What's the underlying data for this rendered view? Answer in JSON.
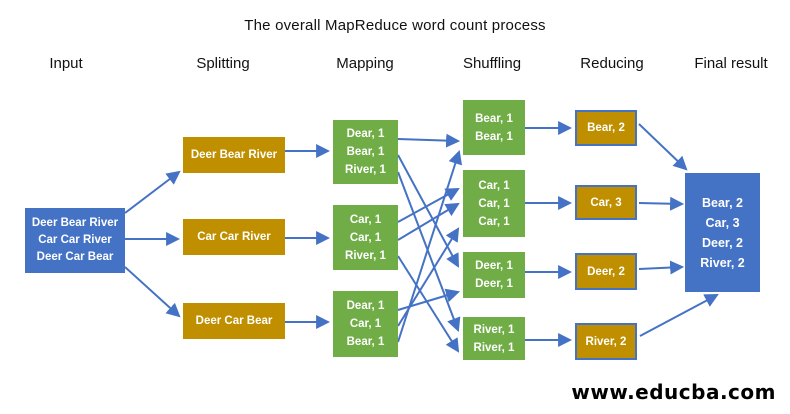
{
  "title": "The overall MapReduce word count process",
  "watermark": "www.educba.com",
  "columns": [
    {
      "label": "Input"
    },
    {
      "label": "Splitting"
    },
    {
      "label": "Mapping"
    },
    {
      "label": "Shuffling"
    },
    {
      "label": "Reducing"
    },
    {
      "label": "Final result"
    }
  ],
  "nodes": {
    "input": {
      "lines": [
        "Deer Bear River",
        "Car Car River",
        "Deer Car Bear"
      ]
    },
    "splits": [
      {
        "label": "Deer Bear River"
      },
      {
        "label": "Car Car River"
      },
      {
        "label": "Deer Car Bear"
      }
    ],
    "maps": [
      {
        "lines": [
          "Dear, 1",
          "Bear, 1",
          "River, 1"
        ]
      },
      {
        "lines": [
          "Car, 1",
          "Car, 1",
          "River, 1"
        ]
      },
      {
        "lines": [
          "Dear, 1",
          "Car, 1",
          "Bear, 1"
        ]
      }
    ],
    "shuffles": [
      {
        "lines": [
          "Bear, 1",
          "Bear, 1"
        ]
      },
      {
        "lines": [
          "Car, 1",
          "Car, 1",
          "Car, 1"
        ]
      },
      {
        "lines": [
          "Deer, 1",
          "Deer, 1"
        ]
      },
      {
        "lines": [
          "River, 1",
          "River, 1"
        ]
      }
    ],
    "reduces": [
      {
        "label": "Bear, 2"
      },
      {
        "label": "Car, 3"
      },
      {
        "label": "Deer, 2"
      },
      {
        "label": "River, 2"
      }
    ],
    "final": {
      "lines": [
        "Bear, 2",
        "Car, 3",
        "Deer, 2",
        "River, 2"
      ]
    }
  },
  "edges": [
    {
      "from": "input",
      "to": "split-1"
    },
    {
      "from": "input",
      "to": "split-2"
    },
    {
      "from": "input",
      "to": "split-3"
    },
    {
      "from": "split-1",
      "to": "map-1"
    },
    {
      "from": "split-2",
      "to": "map-2"
    },
    {
      "from": "split-3",
      "to": "map-3"
    },
    {
      "from": "map-1",
      "to": "shuffle-bear",
      "word": "Bear, 1"
    },
    {
      "from": "map-1",
      "to": "shuffle-deer",
      "word": "Dear, 1"
    },
    {
      "from": "map-1",
      "to": "shuffle-river",
      "word": "River, 1"
    },
    {
      "from": "map-2",
      "to": "shuffle-car",
      "word": "Car, 1"
    },
    {
      "from": "map-2",
      "to": "shuffle-car",
      "word": "Car, 1"
    },
    {
      "from": "map-2",
      "to": "shuffle-river",
      "word": "River, 1"
    },
    {
      "from": "map-3",
      "to": "shuffle-deer",
      "word": "Dear, 1"
    },
    {
      "from": "map-3",
      "to": "shuffle-car",
      "word": "Car, 1"
    },
    {
      "from": "map-3",
      "to": "shuffle-bear",
      "word": "Bear, 1"
    },
    {
      "from": "shuffle-bear",
      "to": "reduce-bear"
    },
    {
      "from": "shuffle-car",
      "to": "reduce-car"
    },
    {
      "from": "shuffle-deer",
      "to": "reduce-deer"
    },
    {
      "from": "shuffle-river",
      "to": "reduce-river"
    },
    {
      "from": "reduce-bear",
      "to": "final"
    },
    {
      "from": "reduce-car",
      "to": "final"
    },
    {
      "from": "reduce-deer",
      "to": "final"
    },
    {
      "from": "reduce-river",
      "to": "final"
    }
  ],
  "colors": {
    "input_final_blue": "#4472C4",
    "split_reduce_gold": "#BF8F00",
    "map_shuffle_green": "#70AD47",
    "arrow_blue": "#4472C4",
    "text_on_boxes": "#FFFFFF"
  }
}
